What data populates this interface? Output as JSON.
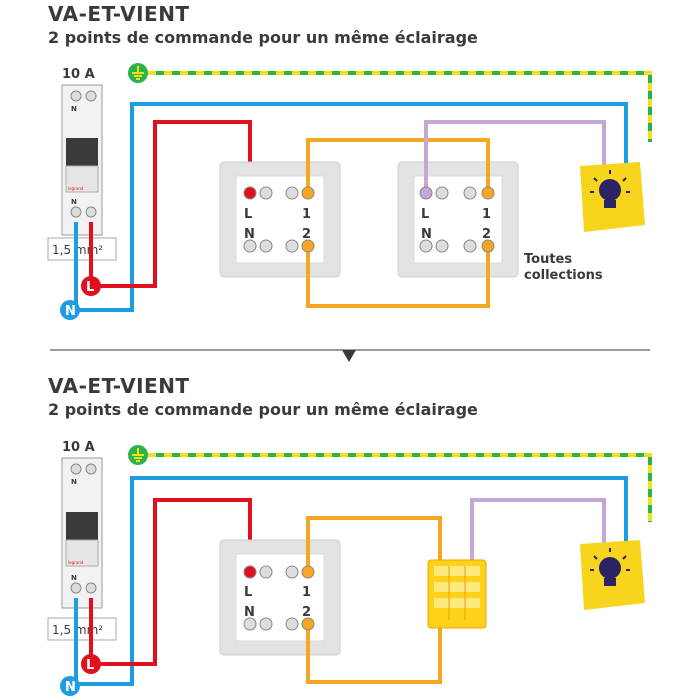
{
  "panels": [
    {
      "title": "VA-ET-VIENT",
      "subtitle": "2 points de commande pour un même éclairage",
      "breaker": {
        "rating": "10 A",
        "terminal_label": "N",
        "brand": "legrand",
        "wire_size": "1,5 mm²"
      },
      "phase_label": "L",
      "neutral_label": "N",
      "switches": [
        {
          "terminals": {
            "L": "L",
            "N": "N",
            "one": "1",
            "two": "2"
          }
        },
        {
          "terminals": {
            "L": "L",
            "N": "N",
            "one": "1",
            "two": "2"
          }
        }
      ],
      "note": [
        "Toutes",
        "collections"
      ]
    },
    {
      "title": "VA-ET-VIENT",
      "subtitle": "2 points de commande pour un même éclairage",
      "breaker": {
        "rating": "10 A",
        "terminal_label": "N",
        "brand": "legrand",
        "wire_size": "1,5 mm²"
      },
      "phase_label": "L",
      "neutral_label": "N",
      "switches": [
        {
          "terminals": {
            "L": "L",
            "N": "N",
            "one": "1",
            "two": "2"
          }
        }
      ]
    }
  ],
  "colors": {
    "phase": "#e0101e",
    "neutral": "#1e9ee0",
    "earth_green": "#2db34a",
    "earth_yellow": "#f2e01a",
    "traveler": "#f5a623",
    "return": "#c7a6d8",
    "lamp_bg": "#f7d51d",
    "lamp_bulb": "#2b2366",
    "text": "#3a3a3a",
    "switch_frame": "#e3e3e3"
  },
  "icons": [
    "ground-icon",
    "lamp-icon",
    "down-arrow-icon",
    "breaker-icon",
    "wago-connector-icon"
  ]
}
